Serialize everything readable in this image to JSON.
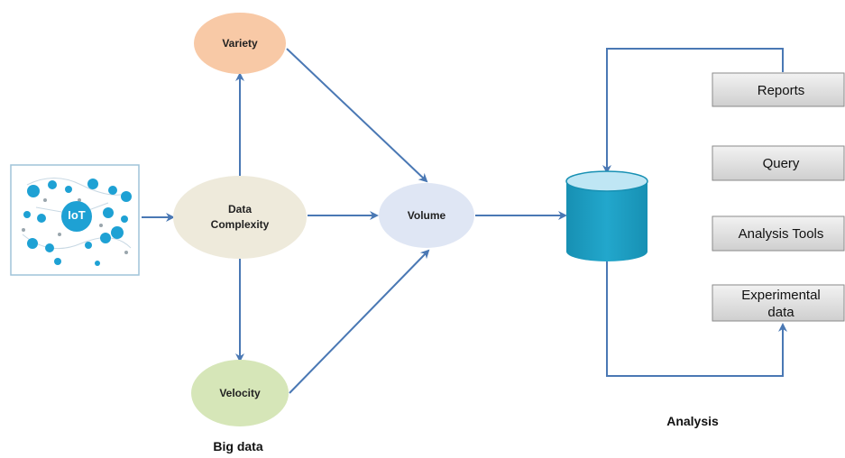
{
  "nodes": {
    "variety": "Variety",
    "data_complexity_line1": "Data",
    "data_complexity_line2": "Complexity",
    "volume": "Volume",
    "velocity": "Velocity"
  },
  "iot_badge": "IoT",
  "analysis_boxes": {
    "reports": "Reports",
    "query": "Query",
    "analysis_tools": "Analysis Tools",
    "experimental_line1": "Experimental",
    "experimental_line2": "data"
  },
  "captions": {
    "big_data": "Big data",
    "analysis": "Analysis"
  },
  "colors": {
    "variety_fill": "#f8c9a6",
    "data_complexity_fill": "#eeeadb",
    "volume_fill": "#dfe6f4",
    "velocity_fill": "#d6e6b8",
    "cylinder_fill": "#1f9fc3",
    "cylinder_top": "#bfe6f4",
    "arrow": "#4a78b4",
    "box_fill": "#d9d9d9"
  }
}
